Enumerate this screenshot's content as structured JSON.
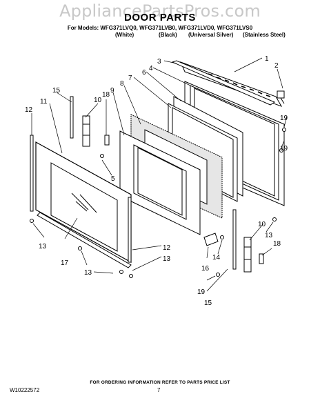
{
  "watermark": "AppliancePartsPros.com",
  "header": {
    "title": "DOOR PARTS",
    "models_line": "For Models: WFG371LVQ0, WFG371LVB0, WFG371LVD0, WFG371LVS0",
    "variants": [
      "(White)",
      "(Black)",
      "(Universal Silver)",
      "(Stainless Steel)"
    ]
  },
  "footer": {
    "note": "FOR ORDERING INFORMATION REFER TO PARTS PRICE LIST",
    "doc_number": "W10222572",
    "page_number": "7"
  },
  "callouts": [
    "1",
    "2",
    "3",
    "4",
    "5",
    "6",
    "7",
    "8",
    "9",
    "10",
    "11",
    "12",
    "13",
    "14",
    "15",
    "16",
    "17",
    "18",
    "19"
  ]
}
